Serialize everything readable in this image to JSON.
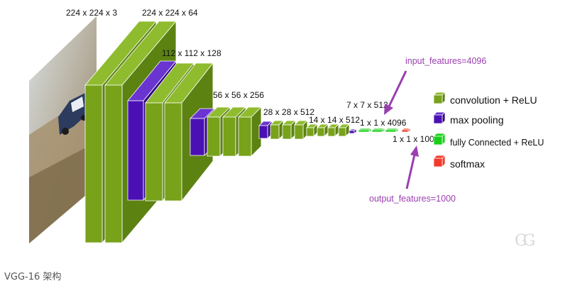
{
  "colors": {
    "conv": "#77a21a",
    "conv_side": "#5c8212",
    "conv_top": "#8fbc2e",
    "pool": "#4a10b4",
    "pool_side": "#360a86",
    "pool_top": "#6a34d0",
    "fc": "#18d018",
    "softmax": "#f03a2a",
    "annotation": "#9a3fb0"
  },
  "dimension_labels": {
    "input": "224 x 224 x 3",
    "block1": "224 x 224 x 64",
    "block2": "112 x 112 x 128",
    "block3": "56 x 56 x 256",
    "block4": "28 x 28 x 512",
    "block5": "14 x 14 x 512",
    "pool5": "7 x 7 x 512",
    "fc": "1 x 1 x 4096",
    "output": "1 x 1 x 1000"
  },
  "annotations": {
    "input_features": "input_features=4096",
    "output_features": "output_features=1000"
  },
  "legend": [
    {
      "label": "convolution + ReLU",
      "color": "conv",
      "icon": "green-cube-icon"
    },
    {
      "label": "max pooling",
      "color": "pool",
      "icon": "purple-cube-icon"
    },
    {
      "label": "fully Connected + ReLU",
      "color": "fc",
      "icon": "bright-green-cube-icon"
    },
    {
      "label": "softmax",
      "color": "softmax",
      "icon": "red-cube-icon"
    }
  ],
  "logo": "GG",
  "caption": "VGG-16 架构"
}
